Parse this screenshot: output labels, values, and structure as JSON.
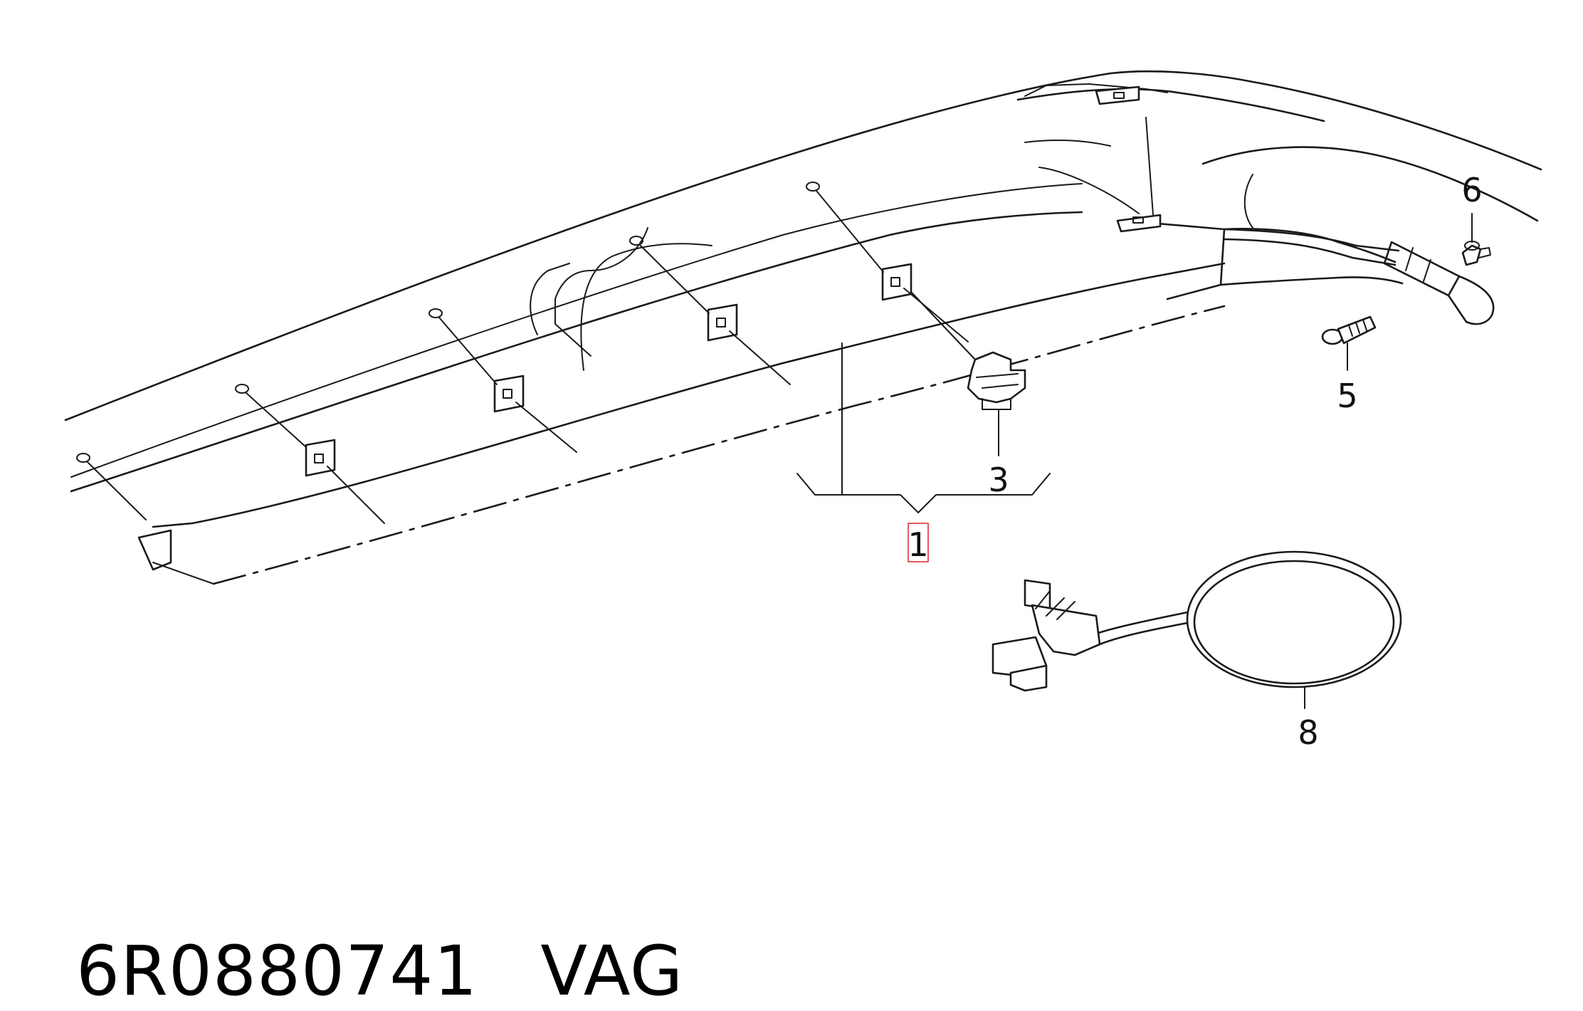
{
  "diagram": {
    "callouts": [
      {
        "id": "1",
        "label": "1",
        "highlighted": true
      },
      {
        "id": "3",
        "label": "3"
      },
      {
        "id": "5",
        "label": "5"
      },
      {
        "id": "6",
        "label": "6"
      },
      {
        "id": "8",
        "label": "8"
      }
    ],
    "highlight_color": "#e0303a"
  },
  "caption": {
    "part_number": "6R0880741",
    "brand": "VAG"
  }
}
